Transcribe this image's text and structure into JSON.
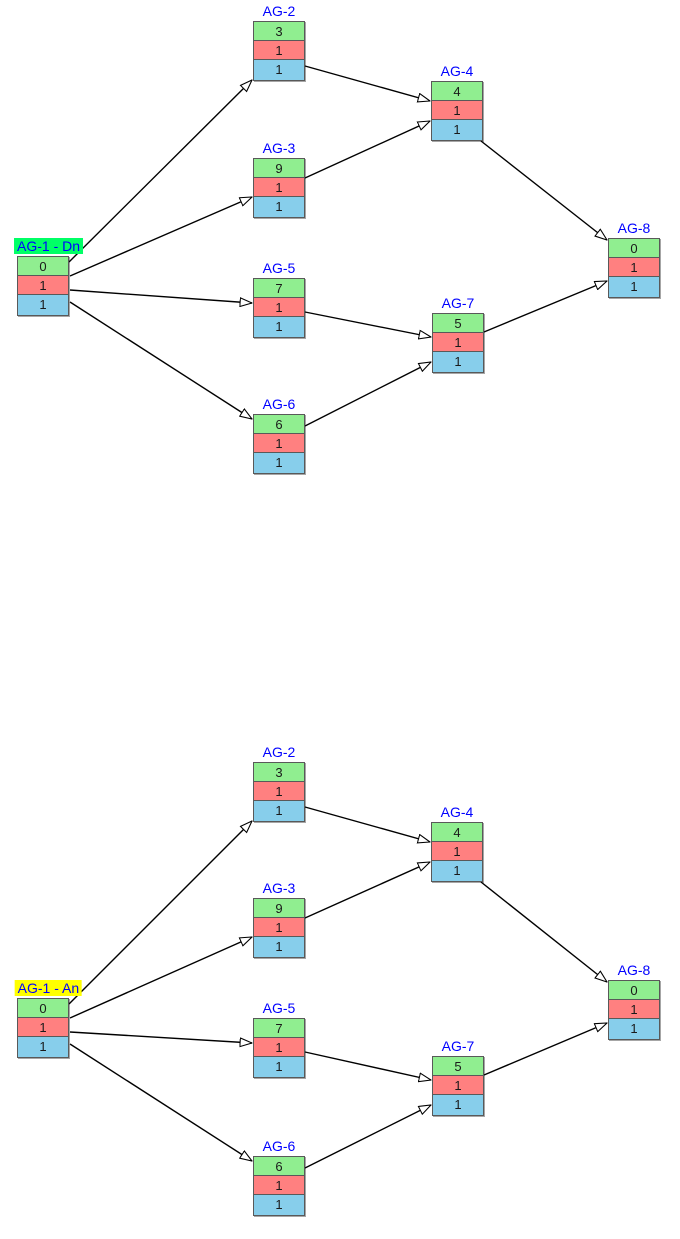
{
  "colors": {
    "green_cell": "#90EE90",
    "red_cell": "#FF8080",
    "blue_cell": "#87CEEB",
    "label_text": "#0000FF",
    "edge": "#000000",
    "highlight_top": "#00FF66",
    "highlight_bottom": "#FFFF00",
    "background": "#FFFFFF"
  },
  "diagrams": [
    {
      "name": "top-graph",
      "nodes": [
        {
          "id": "AG-1",
          "label": "AG-1 - Dn",
          "highlight": "#00FF66",
          "values": [
            "0",
            "1",
            "1"
          ]
        },
        {
          "id": "AG-2",
          "label": "AG-2",
          "values": [
            "3",
            "1",
            "1"
          ]
        },
        {
          "id": "AG-3",
          "label": "AG-3",
          "values": [
            "9",
            "1",
            "1"
          ]
        },
        {
          "id": "AG-4",
          "label": "AG-4",
          "values": [
            "4",
            "1",
            "1"
          ]
        },
        {
          "id": "AG-5",
          "label": "AG-5",
          "values": [
            "7",
            "1",
            "1"
          ]
        },
        {
          "id": "AG-6",
          "label": "AG-6",
          "values": [
            "6",
            "1",
            "1"
          ]
        },
        {
          "id": "AG-7",
          "label": "AG-7",
          "values": [
            "5",
            "1",
            "1"
          ]
        },
        {
          "id": "AG-8",
          "label": "AG-8",
          "values": [
            "0",
            "1",
            "1"
          ]
        }
      ],
      "edges": [
        {
          "from": "AG-1",
          "to": "AG-2"
        },
        {
          "from": "AG-1",
          "to": "AG-3"
        },
        {
          "from": "AG-1",
          "to": "AG-5"
        },
        {
          "from": "AG-1",
          "to": "AG-6"
        },
        {
          "from": "AG-2",
          "to": "AG-4"
        },
        {
          "from": "AG-3",
          "to": "AG-4"
        },
        {
          "from": "AG-5",
          "to": "AG-7"
        },
        {
          "from": "AG-6",
          "to": "AG-7"
        },
        {
          "from": "AG-4",
          "to": "AG-8"
        },
        {
          "from": "AG-7",
          "to": "AG-8"
        }
      ]
    },
    {
      "name": "bottom-graph",
      "nodes": [
        {
          "id": "AG-1",
          "label": "AG-1 - An",
          "highlight": "#FFFF00",
          "values": [
            "0",
            "1",
            "1"
          ]
        },
        {
          "id": "AG-2",
          "label": "AG-2",
          "values": [
            "3",
            "1",
            "1"
          ]
        },
        {
          "id": "AG-3",
          "label": "AG-3",
          "values": [
            "9",
            "1",
            "1"
          ]
        },
        {
          "id": "AG-4",
          "label": "AG-4",
          "values": [
            "4",
            "1",
            "1"
          ]
        },
        {
          "id": "AG-5",
          "label": "AG-5",
          "values": [
            "7",
            "1",
            "1"
          ]
        },
        {
          "id": "AG-6",
          "label": "AG-6",
          "values": [
            "6",
            "1",
            "1"
          ]
        },
        {
          "id": "AG-7",
          "label": "AG-7",
          "values": [
            "5",
            "1",
            "1"
          ]
        },
        {
          "id": "AG-8",
          "label": "AG-8",
          "values": [
            "0",
            "1",
            "1"
          ]
        }
      ],
      "edges": [
        {
          "from": "AG-1",
          "to": "AG-2"
        },
        {
          "from": "AG-1",
          "to": "AG-3"
        },
        {
          "from": "AG-1",
          "to": "AG-5"
        },
        {
          "from": "AG-1",
          "to": "AG-6"
        },
        {
          "from": "AG-2",
          "to": "AG-4"
        },
        {
          "from": "AG-3",
          "to": "AG-4"
        },
        {
          "from": "AG-5",
          "to": "AG-7"
        },
        {
          "from": "AG-6",
          "to": "AG-7"
        },
        {
          "from": "AG-4",
          "to": "AG-8"
        },
        {
          "from": "AG-7",
          "to": "AG-8"
        }
      ]
    }
  ]
}
